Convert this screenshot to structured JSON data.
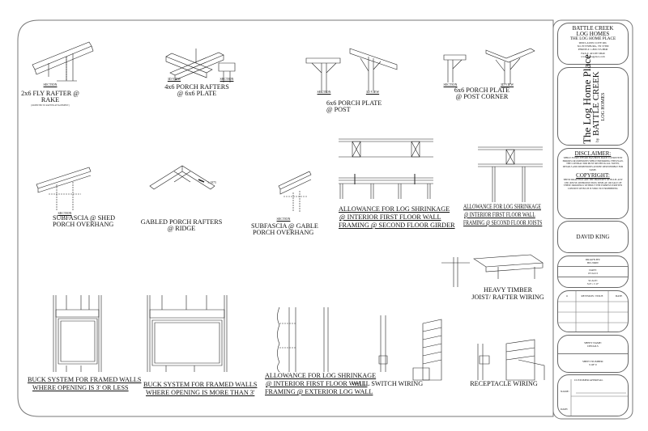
{
  "details": [
    {
      "view": "SECTION",
      "title": [
        "2x6 FLY RAFTER @",
        "RAKE"
      ],
      "note": "(ORIENTED TO RAFTER ATTACHMENT)"
    },
    {
      "views": [
        "3D VIEW",
        "SECTION"
      ],
      "title": [
        "4x6 PORCH RAFTERS",
        "@ 6x6 PLATE"
      ]
    },
    {
      "views": [
        "SECTION",
        "3D VIEW"
      ],
      "title": [
        "6x6 PORCH PLATE",
        "@ POST"
      ]
    },
    {
      "views": [
        "SECTION",
        "3D VIEW"
      ],
      "title": [
        "6x6 PORCH PLATE",
        "@ POST CORNER"
      ]
    },
    {
      "view": "SECTION",
      "title": [
        "SUBFASCIA @ SHED",
        "PORCH OVERHANG"
      ]
    },
    {
      "title": [
        "GABLED PORCH RAFTERS",
        "@ RIDGE"
      ],
      "dimension": "1.1875"
    },
    {
      "view": "SECTION",
      "title": [
        "SUBFASCIA @ GABLE",
        "PORCH OVERHANG"
      ]
    },
    {
      "title": [
        "ALLOWANCE FOR LOG SHRINKAGE",
        "@ INTERIOR FIRST FLOOR WALL",
        "FRAMING @ SECOND FLOOR GIRDER"
      ]
    },
    {
      "title": [
        "ALLOWANCE FOR LOG SHRINKAGE",
        "@ INTERIOR FIRST FLOOR WALL",
        "FRAMING @ SECOND FLOOR JOISTS"
      ]
    },
    {
      "title": [
        "BUCK SYSTEM FOR FRAMED WALLS",
        "WHERE OPENING IS 3' OR LESS"
      ]
    },
    {
      "title": [
        "BUCK SYSTEM FOR FRAMED WALLS",
        "WHERE OPENING IS MORE THAN 3'"
      ]
    },
    {
      "title": [
        "ALLOWANCE FOR LOG SHRINKAGE",
        "@ INTERIOR FIRST FLOOR WALL",
        "FRAMING @ EXTERIOR LOG WALL"
      ]
    },
    {
      "title": [
        "HEAVY TIMBER",
        "JOIST/ RAFTER WIRING"
      ]
    },
    {
      "title": [
        "WALL SWITCH WIRING"
      ]
    },
    {
      "title": [
        "RECEPTACLE WIRING"
      ]
    }
  ],
  "title_block": {
    "company": [
      "BATTLE CREEK",
      "LOG HOMES"
    ],
    "brand": "THE LOG HOME PLACE",
    "address": [
      "9690 LAUDS COVE RD.",
      "SO. PITTSBURG, TN 37380",
      "PHONE #: 1-800-725-8840",
      "FAX #: 423-837-8649",
      "www.thelogplace.com"
    ],
    "logo": {
      "line1": "The Log Home Place",
      "by": "by",
      "line2": "BATTLE CREEK",
      "line3": "LOG HOMES"
    },
    "disclaimer_heading": "DISCLAIMER:",
    "disclaimer_text": "WHILE EVERY EFFORT HAS BEEN MADE TO PREVENT ERRORS OR OMISSIONS WHILE PREPARING THIS PLAN, THE CONTRACTOR MUST RECHECK ALL NOTES, DETAILS AND DIMENSIONS AND BE RESPONSIBLE FOR SAME.",
    "copyright_heading": "COPYRIGHT:",
    "copyright_text": "THESE DRAWINGS ARE THE PROPERTY OF BCLH. ANY USE, REUSE, REPRODUCTION, DISPLAY, OR SALE OF THESE DRAWINGS WITHOUT THE EXPRESS WRITTEN CONSENT OF BCLH IS STRICTLY PROHIBITED.",
    "client": "DAVID KING",
    "drawn_by_label": "DRAWN BY:",
    "drawn_by": "BJC/DRW",
    "date_label": "DATE:",
    "date": "07/24/13",
    "scale_label": "SCALE:",
    "scale": "3/4\"= 1'-0\"",
    "revision_headers": [
      "#",
      "REVISION / ISSUE",
      "DATE"
    ],
    "sheet_name_label": "SHEET NAME:",
    "sheet_name": "DETAILS",
    "sheet_number_label": "SHEET NUMBER:",
    "sheet_number": "9 OF 9",
    "approval_label": "CUSTOMER APPROVAL",
    "name_label": "NAME:",
    "approval_date_label": "DATE:"
  }
}
